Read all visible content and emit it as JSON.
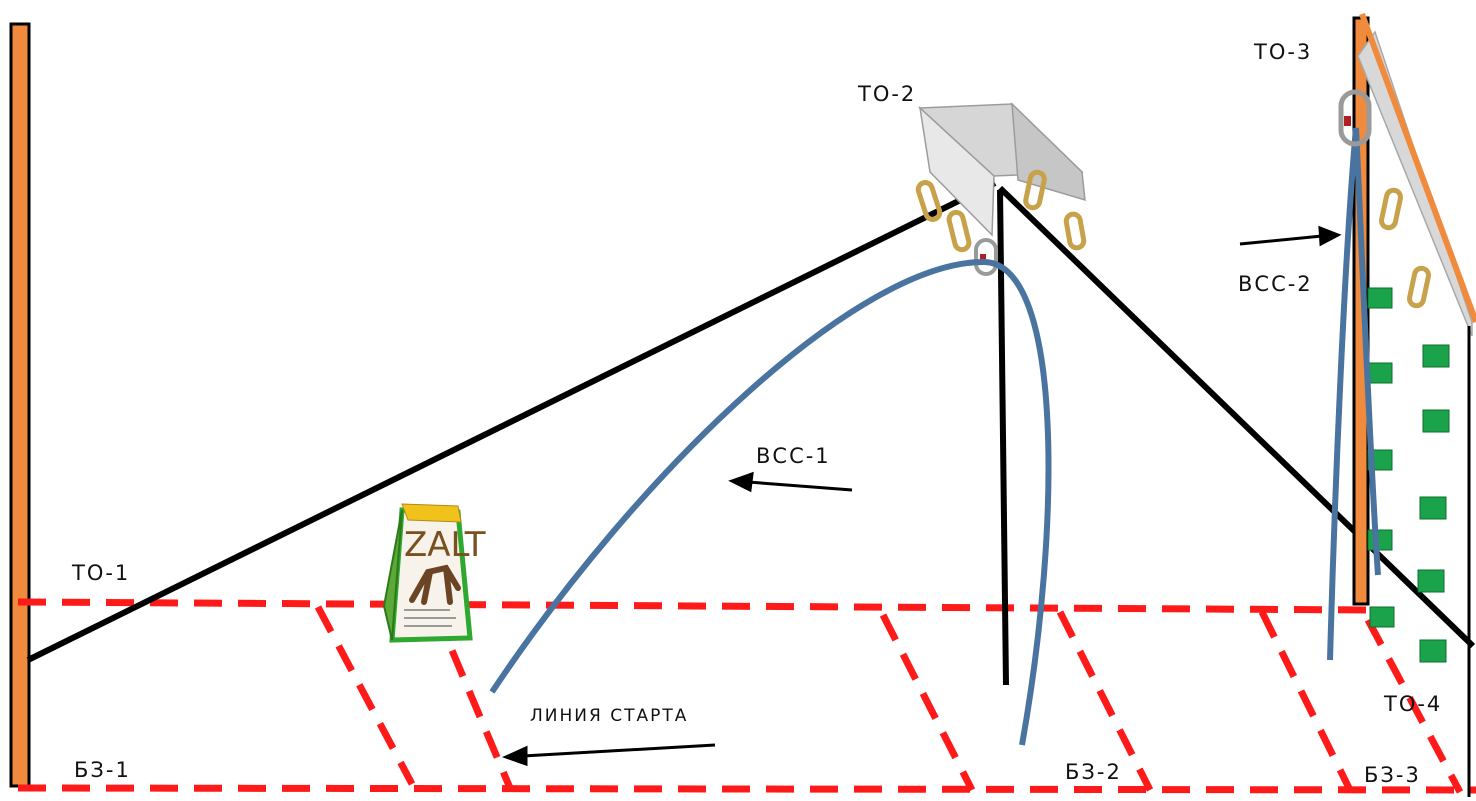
{
  "labels": {
    "to1": "ТО-1",
    "to2": "ТО-2",
    "to3": "ТО-3",
    "to4": "ТО-4",
    "vss1": "ВСС-1",
    "vss2": "ВСС-2",
    "start_line": "ЛИНИЯ СТАРТА",
    "bz1": "БЗ-1",
    "bz2": "БЗ-2",
    "bz3": "БЗ-3"
  },
  "sign": {
    "logo_text": "ZALT"
  },
  "colors": {
    "post": "#f08a3c",
    "rope": "#4a74a0",
    "line": "#000000",
    "boundary": "#ff1a1a",
    "hold": "#1aa34a",
    "platform": "#cfcfcf",
    "carabiner": "#c8a24a"
  },
  "icons": {
    "carabiner": "carabiner-icon",
    "hold": "climbing-hold-icon",
    "sign": "zalt-sign-icon"
  }
}
